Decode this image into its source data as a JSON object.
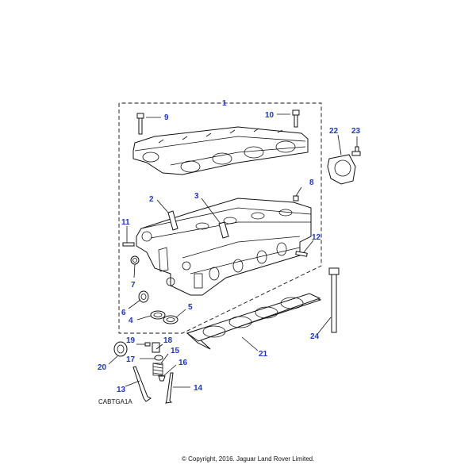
{
  "diagram": {
    "title_code": "CABTGA1A",
    "copyright": "© Copyright, 2016. Jaguar Land Rover Limited.",
    "callouts": [
      {
        "id": "c1",
        "label": "1"
      },
      {
        "id": "c2",
        "label": "2"
      },
      {
        "id": "c3",
        "label": "3"
      },
      {
        "id": "c4",
        "label": "4"
      },
      {
        "id": "c5",
        "label": "5"
      },
      {
        "id": "c6",
        "label": "6"
      },
      {
        "id": "c7",
        "label": "7"
      },
      {
        "id": "c8",
        "label": "8"
      },
      {
        "id": "c9",
        "label": "9"
      },
      {
        "id": "c10",
        "label": "10"
      },
      {
        "id": "c11",
        "label": "11"
      },
      {
        "id": "c12",
        "label": "12"
      },
      {
        "id": "c13",
        "label": "13"
      },
      {
        "id": "c14",
        "label": "14"
      },
      {
        "id": "c15",
        "label": "15"
      },
      {
        "id": "c16",
        "label": "16"
      },
      {
        "id": "c17",
        "label": "17"
      },
      {
        "id": "c18",
        "label": "18"
      },
      {
        "id": "c19",
        "label": "19"
      },
      {
        "id": "c20",
        "label": "20"
      },
      {
        "id": "c21",
        "label": "21"
      },
      {
        "id": "c22",
        "label": "22"
      },
      {
        "id": "c23",
        "label": "23"
      },
      {
        "id": "c24",
        "label": "24"
      }
    ],
    "colors": {
      "callout": "#1a33d9",
      "line": "#111111",
      "background": "#ffffff"
    }
  }
}
